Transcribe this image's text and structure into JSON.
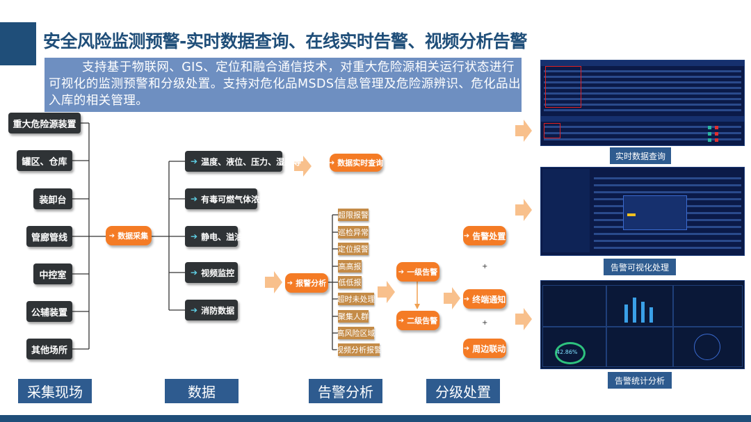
{
  "header": {
    "title": "安全风险监测预警-实时数据查询、在线实时告警、视频分析告警",
    "description": "支持基于物联网、GIS、定位和融合通信技术，对重大危险源相关运行状态进行可视化的监测预警和分级处置。支持对危化品MSDS信息管理及危险源辨识、危化品出入库的相关管理。"
  },
  "sites": [
    "重大危险源装置",
    "罐区、仓库",
    "装卸台",
    "管廊管线",
    "中控室",
    "公辅装置",
    "其他场所"
  ],
  "collect": {
    "label": "数据采集"
  },
  "data_types": [
    "温度、液位、压力、湿度等",
    "有毒可燃气体浓度",
    "静电、溢油",
    "视频监控",
    "消防数据"
  ],
  "query": {
    "label": "数据实时查询"
  },
  "alarm_analysis": {
    "label": "报警分析"
  },
  "alarm_types": [
    "超限报警",
    "巡检异常",
    "定位报警",
    "高高报",
    "低低报",
    "超时未处理",
    "聚集人群",
    "高风险区域",
    "视频分析报警"
  ],
  "levels": {
    "first": "一级告警",
    "second": "二级告警"
  },
  "actions": [
    "告警处置",
    "终端通知",
    "周边联动"
  ],
  "plus": "+",
  "bottom_labels": [
    "采集现场",
    "数据",
    "告警分析",
    "分级处置"
  ],
  "screens": {
    "captions": [
      "实时数据查询",
      "告警可视化处理",
      "告警统计分析"
    ],
    "gauge_value": "42.86%"
  },
  "colors": {
    "brand": "#1f4e79",
    "orange": "#f47b25",
    "alarm": "#c48b47",
    "dark": "#2f3336",
    "desc_bg": "#6e8fc1"
  }
}
